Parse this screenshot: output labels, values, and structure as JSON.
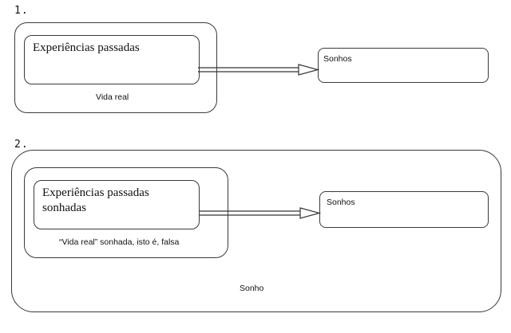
{
  "diagram1": {
    "number": "1.",
    "inner_box": "Experiências passadas",
    "outer_label": "Vida real",
    "target": "Sonhos"
  },
  "diagram2": {
    "number": "2.",
    "inner_box_line1": "Experiências passadas",
    "inner_box_line2": "sonhadas",
    "middle_label": "“Vida real” sonhada, isto é, falsa",
    "target": "Sonhos",
    "outer_label": "Sonho"
  }
}
